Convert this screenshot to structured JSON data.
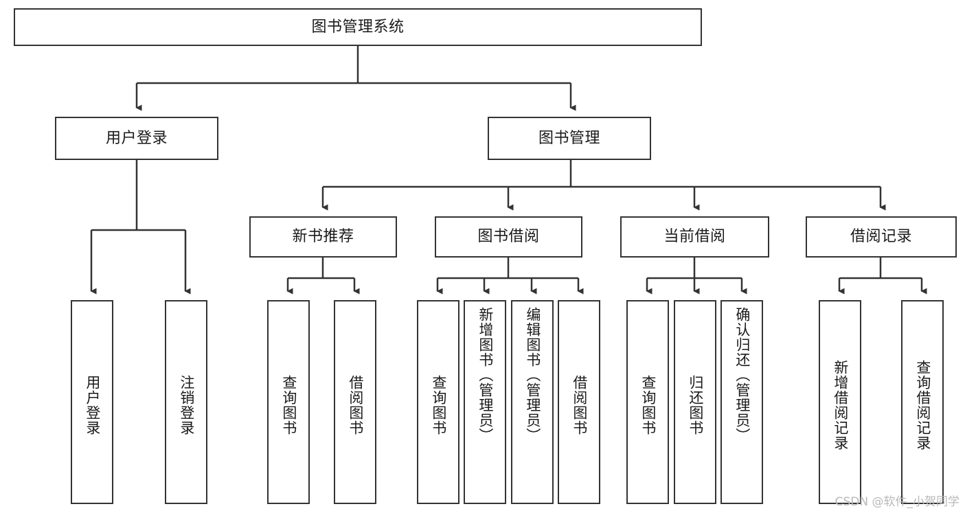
{
  "diagram": {
    "type": "tree",
    "title": "图书管理系统",
    "root": {
      "id": "root",
      "label": "图书管理系统",
      "orientation": "horizontal"
    },
    "level2": [
      {
        "id": "user-login",
        "label": "用户登录",
        "orientation": "horizontal"
      },
      {
        "id": "book-manage",
        "label": "图书管理",
        "orientation": "horizontal"
      }
    ],
    "level3": [
      {
        "id": "new-book-rec",
        "label": "新书推荐",
        "orientation": "horizontal",
        "parent": "book-manage"
      },
      {
        "id": "book-borrow",
        "label": "图书借阅",
        "orientation": "horizontal",
        "parent": "book-manage"
      },
      {
        "id": "current-borrow",
        "label": "当前借阅",
        "orientation": "horizontal",
        "parent": "book-manage"
      },
      {
        "id": "borrow-record",
        "label": "借阅记录",
        "orientation": "horizontal",
        "parent": "book-manage"
      }
    ],
    "leaves": [
      {
        "id": "leaf-user-login",
        "label": "用户登录",
        "parent": "user-login"
      },
      {
        "id": "leaf-logout",
        "label": "注销登录",
        "parent": "user-login"
      },
      {
        "id": "leaf-query-book-1",
        "label": "查询图书",
        "parent": "new-book-rec"
      },
      {
        "id": "leaf-borrow-book-1",
        "label": "借阅图书",
        "parent": "new-book-rec"
      },
      {
        "id": "leaf-query-book-2",
        "label": "查询图书",
        "parent": "book-borrow"
      },
      {
        "id": "leaf-add-book",
        "label": "新增图书（管理员）",
        "parent": "book-borrow"
      },
      {
        "id": "leaf-edit-book",
        "label": "编辑图书（管理员）",
        "parent": "book-borrow"
      },
      {
        "id": "leaf-borrow-book-2",
        "label": "借阅图书",
        "parent": "book-borrow"
      },
      {
        "id": "leaf-query-book-3",
        "label": "查询图书",
        "parent": "current-borrow"
      },
      {
        "id": "leaf-return-book",
        "label": "归还图书",
        "parent": "current-borrow"
      },
      {
        "id": "leaf-confirm-return",
        "label": "确认归还（管理员）",
        "parent": "current-borrow"
      },
      {
        "id": "leaf-add-record",
        "label": "新增借阅记录",
        "parent": "borrow-record"
      },
      {
        "id": "leaf-query-record",
        "label": "查询借阅记录",
        "parent": "borrow-record"
      }
    ],
    "colors": {
      "border": "#333333",
      "background": "#ffffff",
      "text": "#1a1a1a",
      "edge": "#333333",
      "watermark": "#b8b8b8"
    }
  },
  "watermark": {
    "text": "CSDN @软件_小贺同学"
  }
}
